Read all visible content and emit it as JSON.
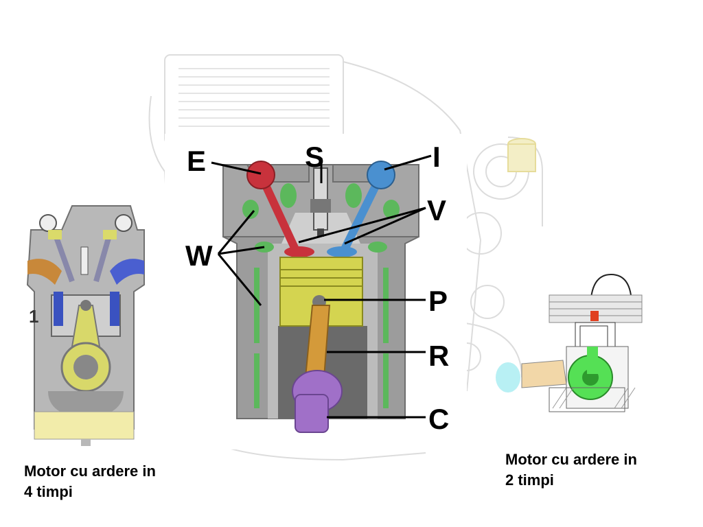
{
  "diagram": {
    "callouts": {
      "exhaust": "E",
      "spark_plug": "S",
      "intake": "I",
      "valves": "V",
      "water_jacket": "W",
      "piston": "P",
      "connecting_rod": "R",
      "crankshaft": "C"
    },
    "left_engine_number": "1"
  },
  "captions": {
    "four_stroke": {
      "line1": "Motor cu ardere in",
      "line2": "4 timpi"
    },
    "two_stroke": {
      "line1": "Motor cu ardere in",
      "line2": "2 timpi"
    }
  },
  "colors": {
    "exhaust": "#c8323c",
    "intake": "#4a90d0",
    "coolant": "#5cb85c",
    "piston": "#d4d450",
    "rod": "#d49a3a",
    "crank": "#a070c8",
    "block": "#a8a8a8"
  }
}
